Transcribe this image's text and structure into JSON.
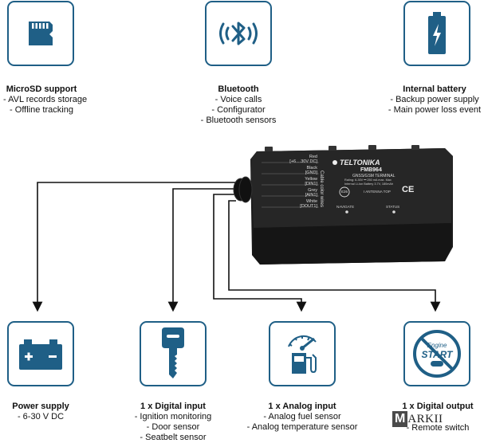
{
  "features": {
    "microsd": {
      "title": "MicroSD support",
      "lines": [
        "- AVL records storage",
        "- Offline tracking"
      ],
      "icon": "microsd-icon"
    },
    "bluetooth": {
      "title": "Bluetooth",
      "lines": [
        "- Voice calls",
        "- Configurator",
        "- Bluetooth sensors"
      ],
      "icon": "bluetooth-icon"
    },
    "battery": {
      "title": "Internal battery",
      "lines": [
        "- Backup power supply",
        "- Main power loss event"
      ],
      "icon": "battery-icon"
    },
    "power": {
      "title": "Power supply",
      "lines": [
        "- 6-30 V DC"
      ],
      "icon": "car-battery-icon"
    },
    "digital_input": {
      "title": "1 x Digital input",
      "lines": [
        "- Ignition monitoring",
        "- Door sensor",
        "- Seatbelt sensor"
      ],
      "icon": "ignition-key-icon"
    },
    "analog_input": {
      "title": "1 x Analog input",
      "lines": [
        "- Analog fuel sensor",
        "- Analog temperature sensor"
      ],
      "icon": "fuel-gauge-icon"
    },
    "digital_output": {
      "title": "1 x Digital output",
      "lines": [
        "- Remote switch"
      ],
      "icon": "no-engine-start-icon"
    }
  },
  "device": {
    "brand": "TELTONIKA",
    "model": "FMB964",
    "subtitle": "GNSS/GSM TERMINAL",
    "rating": "Rating: 6-30V ⎓ 250 mA max. Max",
    "battery": "Internal Li-Ion Battery 3.7V, 180mAh",
    "antenna": "I ANTENNA TOP",
    "ce": "CE",
    "e_mark": "E26",
    "navigate": "NAVIGATE",
    "status": "STATUS",
    "cable_label": "Cable color wires",
    "wires": [
      {
        "color": "Red",
        "signal": "[+6....30V DC]"
      },
      {
        "color": "Black",
        "signal": "[GND]"
      },
      {
        "color": "Yellow",
        "signal": "[DIN1]"
      },
      {
        "color": "Grey",
        "signal": "[AIN1]"
      },
      {
        "color": "White",
        "signal": "[DOUT1]"
      }
    ]
  },
  "watermark": {
    "first": "M",
    "rest": "ARKII"
  }
}
